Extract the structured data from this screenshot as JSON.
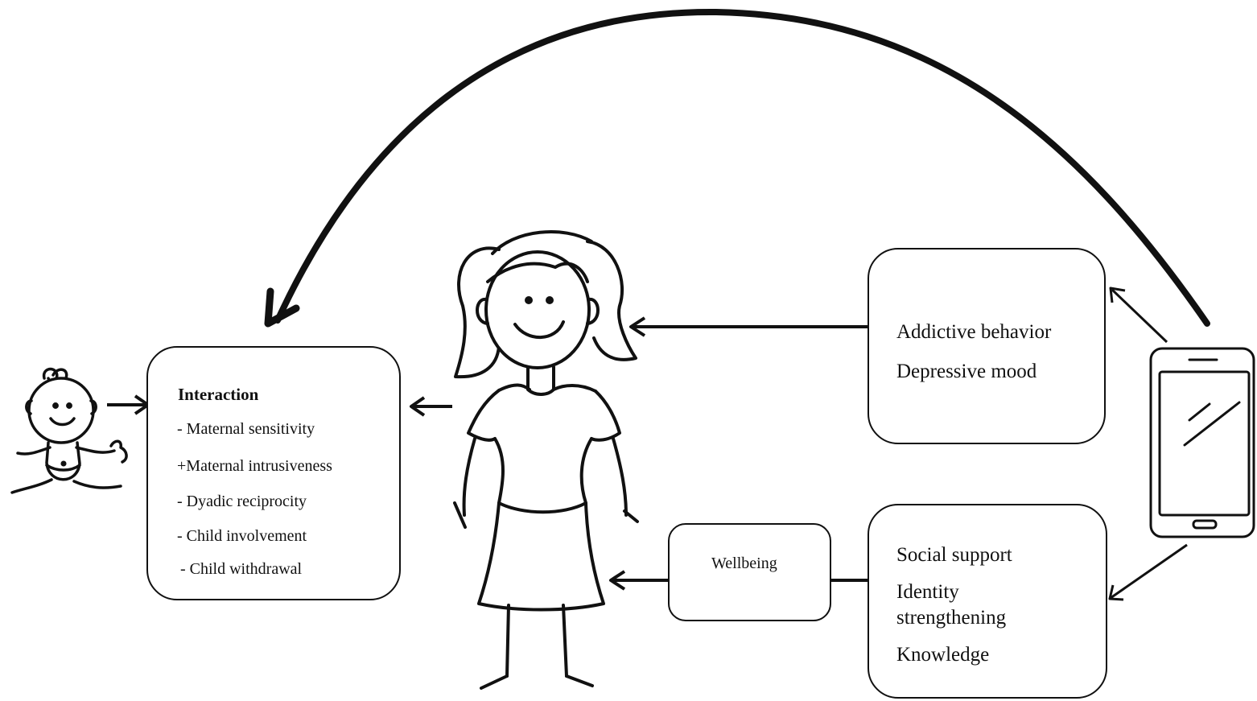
{
  "interaction_box": {
    "title": "Interaction",
    "items": [
      "- Maternal sensitivity",
      "+Maternal intrusiveness",
      "- Dyadic reciprocity",
      "- Child involvement",
      "- Child withdrawal"
    ]
  },
  "negative_box": {
    "items": [
      "Addictive behavior",
      "Depressive mood"
    ]
  },
  "wellbeing_box": {
    "label": "Wellbeing"
  },
  "positive_box": {
    "items": [
      "Social support",
      "Identity",
      "strengthening",
      "Knowledge"
    ]
  },
  "icons": [
    "baby-icon",
    "mother-icon",
    "tablet-icon"
  ],
  "colors": {
    "line": "#111111",
    "background": "#ffffff"
  }
}
